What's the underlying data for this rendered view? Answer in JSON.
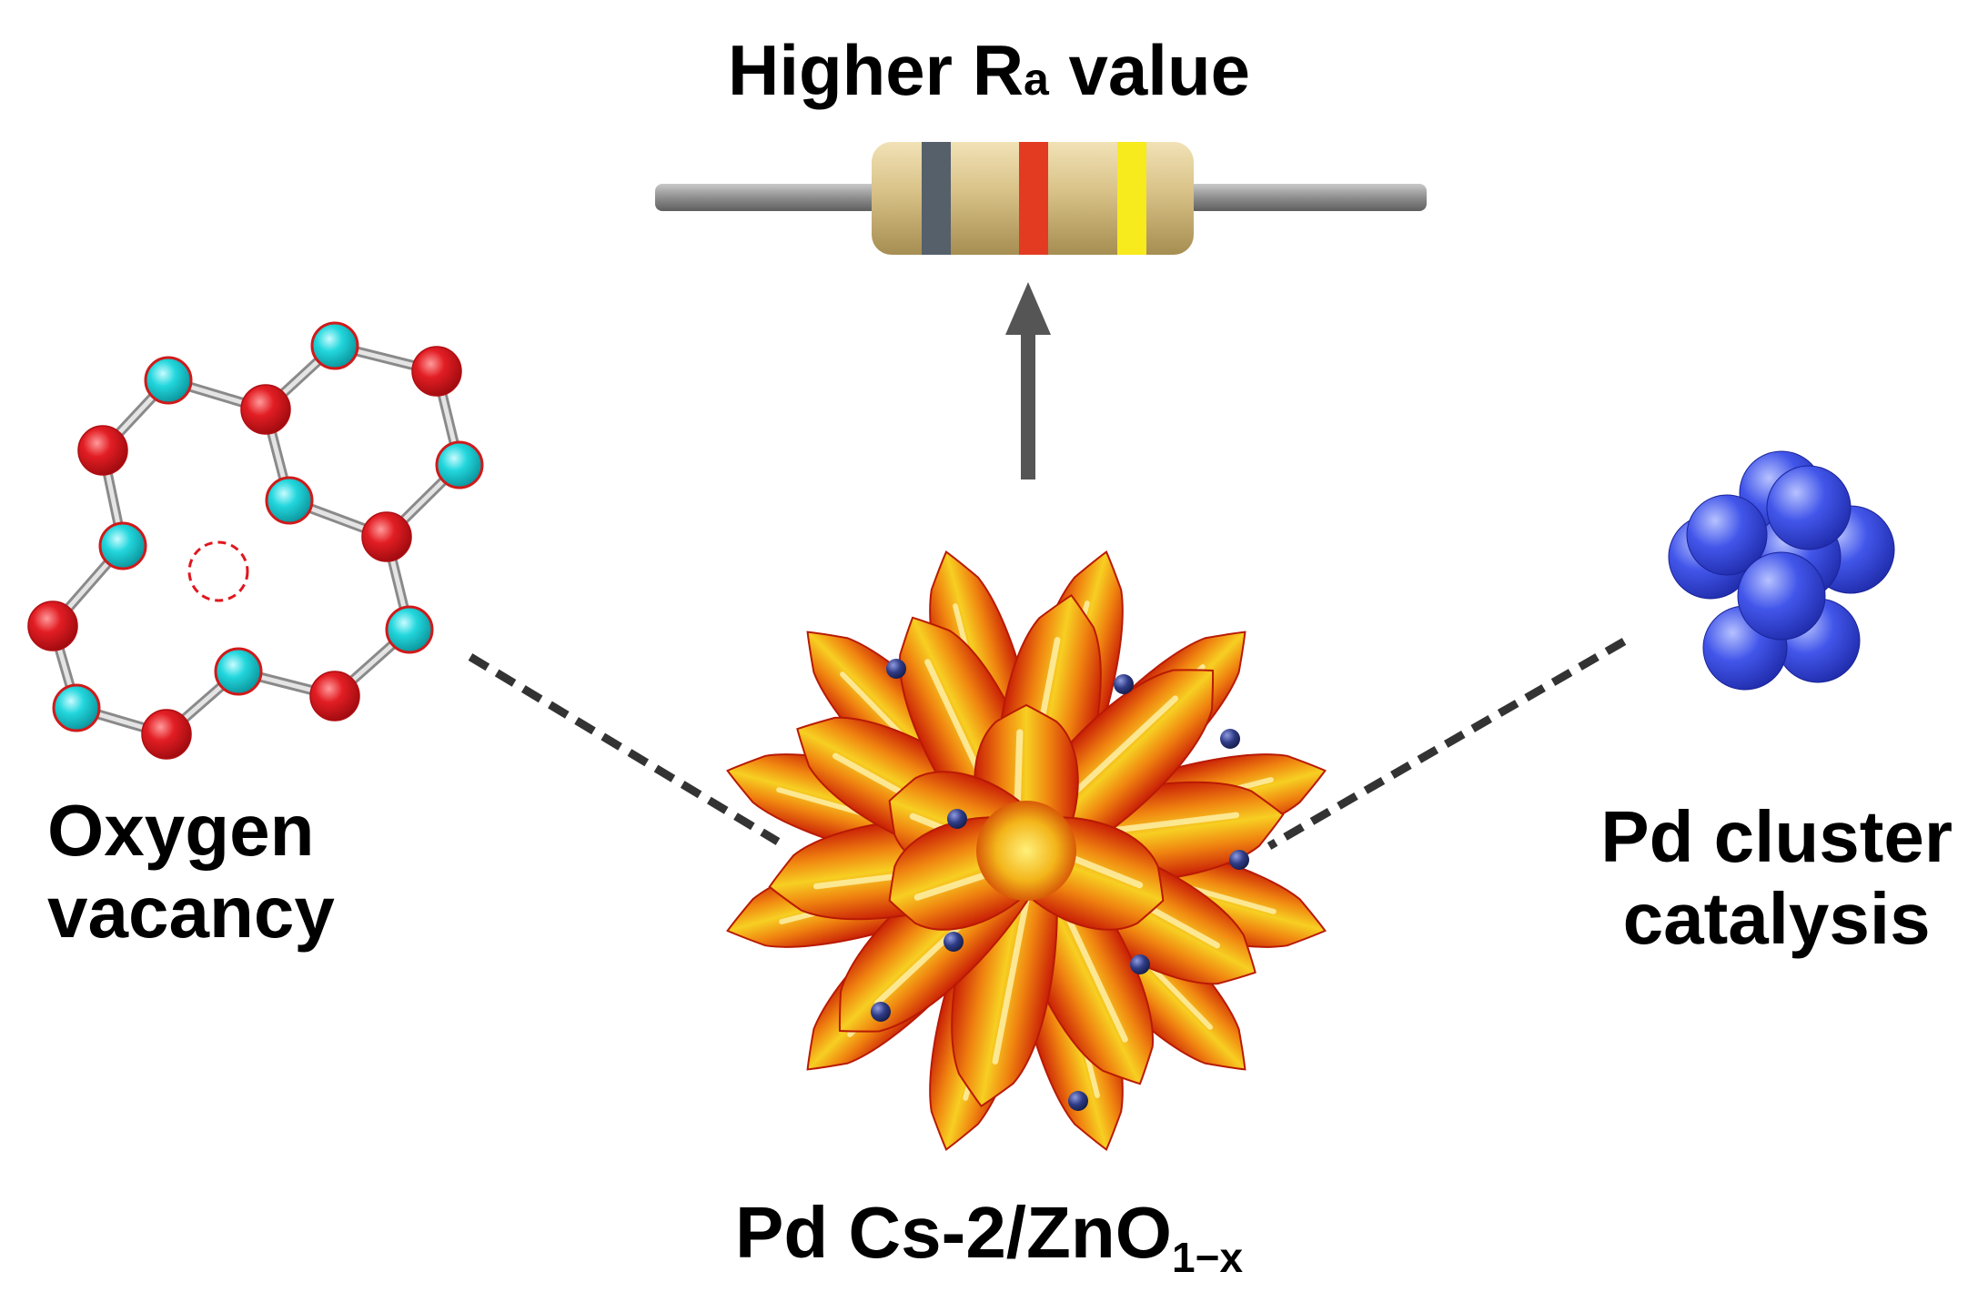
{
  "title": {
    "prefix": "Higher R",
    "subscript": "a",
    "suffix": " value"
  },
  "left_label": {
    "line1": "Oxygen",
    "line2": "vacancy"
  },
  "right_label": {
    "line1": "Pd cluster",
    "line2": "catalysis"
  },
  "center_label": {
    "main": "Pd Cs-2/ZnO",
    "subscript": "1−x"
  },
  "colors": {
    "oxygen_atom": "#e0161e",
    "zinc_atom": "#20d6dc",
    "bond": "#bdbdbd",
    "pd_atom": "#3f52e6",
    "resistor_body": "#d8c186",
    "band_dark": "#55606b",
    "band_red": "#e23b22",
    "band_yellow": "#f7ea1d",
    "lead": "#8f8f8f",
    "arrow": "#555555",
    "petal_outer": "#d82a0a",
    "petal_inner": "#f2c21a",
    "pd_dot": "#2f3c86"
  },
  "icons": {
    "resistor": "resistor-icon",
    "arrow": "up-arrow-icon",
    "lattice": "zno-lattice-icon",
    "cluster": "pd-cluster-icon",
    "flower": "zno-nanoflower-icon"
  }
}
